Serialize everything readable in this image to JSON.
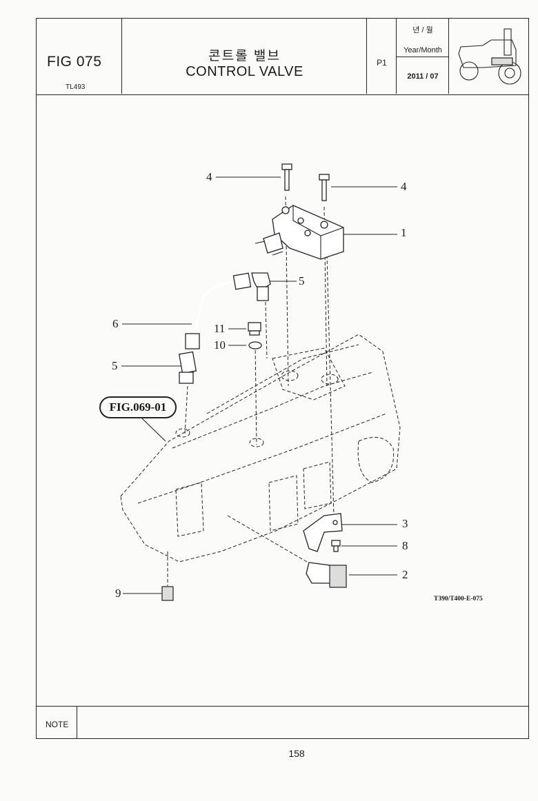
{
  "header": {
    "fig_no": "FIG 075",
    "model": "TL493",
    "title_kr": "콘트롤 밸브",
    "title_en": "CONTROL VALVE",
    "page": "P1",
    "date_label_kr": "년 / 월",
    "date_label_en": "Year/Month",
    "date_value": "2011 / 07"
  },
  "diagram": {
    "figure_ref": "FIG.069-01",
    "drawing_code": "T390/T400-E-075",
    "callouts": [
      "4",
      "4",
      "1",
      "5",
      "6",
      "11",
      "10",
      "5",
      "3",
      "8",
      "2",
      "9"
    ]
  },
  "footer": {
    "note_label": "NOTE",
    "page_number": "158"
  },
  "icons": {
    "tractor": "tractor-icon"
  }
}
